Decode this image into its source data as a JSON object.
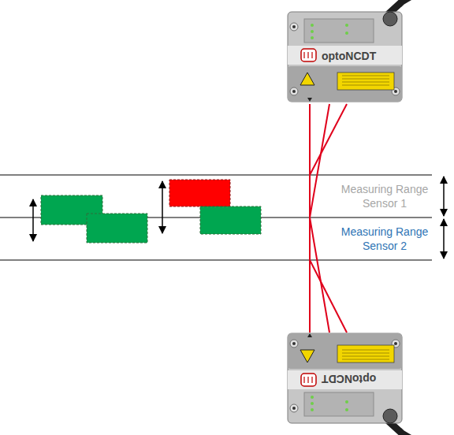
{
  "diagram": {
    "nodes": [
      {
        "text": [
          "optoNCDT"
        ]
      },
      {
        "text": [
          "optoNCDT"
        ]
      }
    ],
    "labels": [
      "Measuring Range Sensor 1",
      "Measuring Range Sensor 2"
    ]
  }
}
